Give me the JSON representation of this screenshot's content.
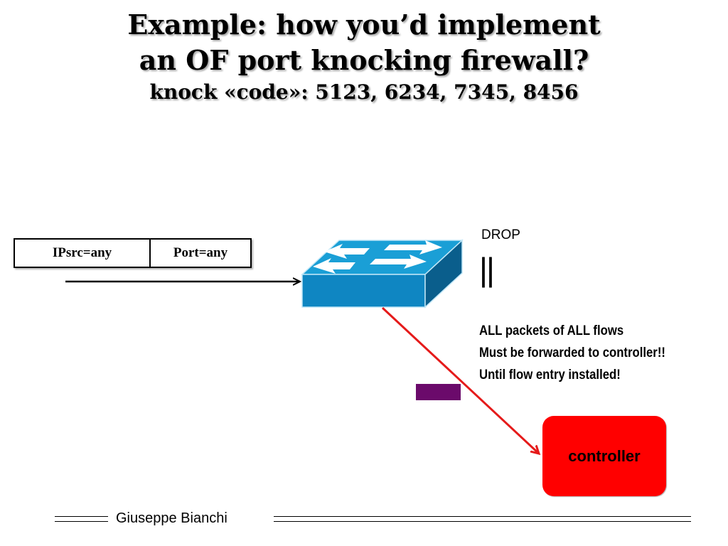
{
  "title": {
    "line1": "Example: how you’d implement",
    "line2": "an OF port knocking firewall?",
    "line3": "knock «code»: 5123, 6234, 7345, 8456"
  },
  "flow_entry": {
    "field1": "IPsrc=any",
    "field2": "Port=any"
  },
  "drop": {
    "label": "DROP",
    "bars": "||"
  },
  "note": {
    "line1": "ALL packets of ALL flows",
    "line2": "Must be forwarded to controller!!",
    "line3": "Until flow entry installed!"
  },
  "controller": {
    "label": "controller",
    "color": "#ff0000"
  },
  "packet_color": "#6b0a6b",
  "arrow_color": "#e51a1a",
  "switch_color": "#1a9fd6",
  "footer": {
    "author": "Giuseppe Bianchi"
  }
}
